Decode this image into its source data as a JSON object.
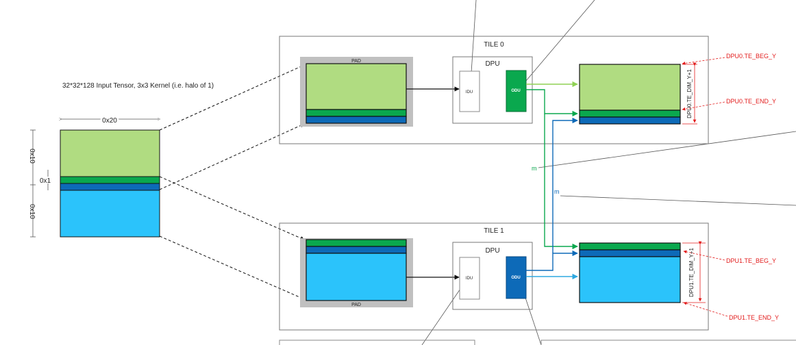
{
  "input_tensor": {
    "caption": "32*32*128 Input Tensor, 3x3 Kernel (i.e. halo of 1)",
    "width_label": "0x20",
    "top_height_label": "0x10",
    "halo_label": "0x1",
    "bottom_height_label": "0x10"
  },
  "tile0": {
    "title": "TILE 0",
    "pad_label": "PAD",
    "dpu_label": "DPU",
    "idu_label": "IDU",
    "odu_label": "ODU",
    "dim_label": "DPU0.TE_DIM_Y+1",
    "beg_label": "DPU0.TE_BEG_Y",
    "end_label": "DPU0.TE_END_Y"
  },
  "tile1": {
    "title": "TILE 1",
    "pad_label": "PAD",
    "dpu_label": "DPU",
    "idu_label": "IDU",
    "odu_label": "ODU",
    "dim_label": "DPU1.TE_DIM_Y+1",
    "beg_label": "DPU1.TE_BEG_Y",
    "end_label": "DPU1.TE_END_Y"
  },
  "links": {
    "green_label": "m",
    "blue_label": "m"
  },
  "colors": {
    "light_green": "#b0dc81",
    "dark_green": "#0aa84e",
    "dark_blue": "#0d6ab8",
    "light_blue": "#2bc3fb",
    "pad_gray": "#c0c0c0",
    "red": "#e21b1b",
    "cyan_arrow": "#2ea8e0",
    "lime_arrow": "#8fd154"
  }
}
